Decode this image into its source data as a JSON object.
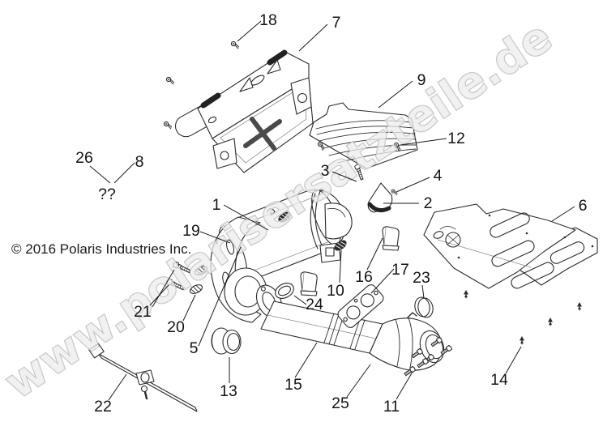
{
  "colors": {
    "background": "#ffffff",
    "line_art": "#2b2b2b",
    "label_text": "#141414",
    "watermark_fill": "#ececec",
    "watermark_stroke": "#b9b9b9"
  },
  "copyright": {
    "text": "© 2016 Polaris Industries Inc."
  },
  "watermark": {
    "text": "www.polarisersatzteile.de"
  },
  "diagram": {
    "type": "exploded-parts-diagram",
    "subject": "exhaust-system",
    "callouts": [
      {
        "label": "1"
      },
      {
        "label": "2"
      },
      {
        "label": "3"
      },
      {
        "label": "4"
      },
      {
        "label": "5"
      },
      {
        "label": "6"
      },
      {
        "label": "7"
      },
      {
        "label": "8"
      },
      {
        "label": "9"
      },
      {
        "label": "10"
      },
      {
        "label": "11"
      },
      {
        "label": "12"
      },
      {
        "label": "13"
      },
      {
        "label": "14"
      },
      {
        "label": "15"
      },
      {
        "label": "16"
      },
      {
        "label": "17"
      },
      {
        "label": "18"
      },
      {
        "label": "19"
      },
      {
        "label": "20"
      },
      {
        "label": "21"
      },
      {
        "label": "22"
      },
      {
        "label": "23"
      },
      {
        "label": "24"
      },
      {
        "label": "25"
      },
      {
        "label": "26"
      },
      {
        "label": "??"
      }
    ]
  }
}
